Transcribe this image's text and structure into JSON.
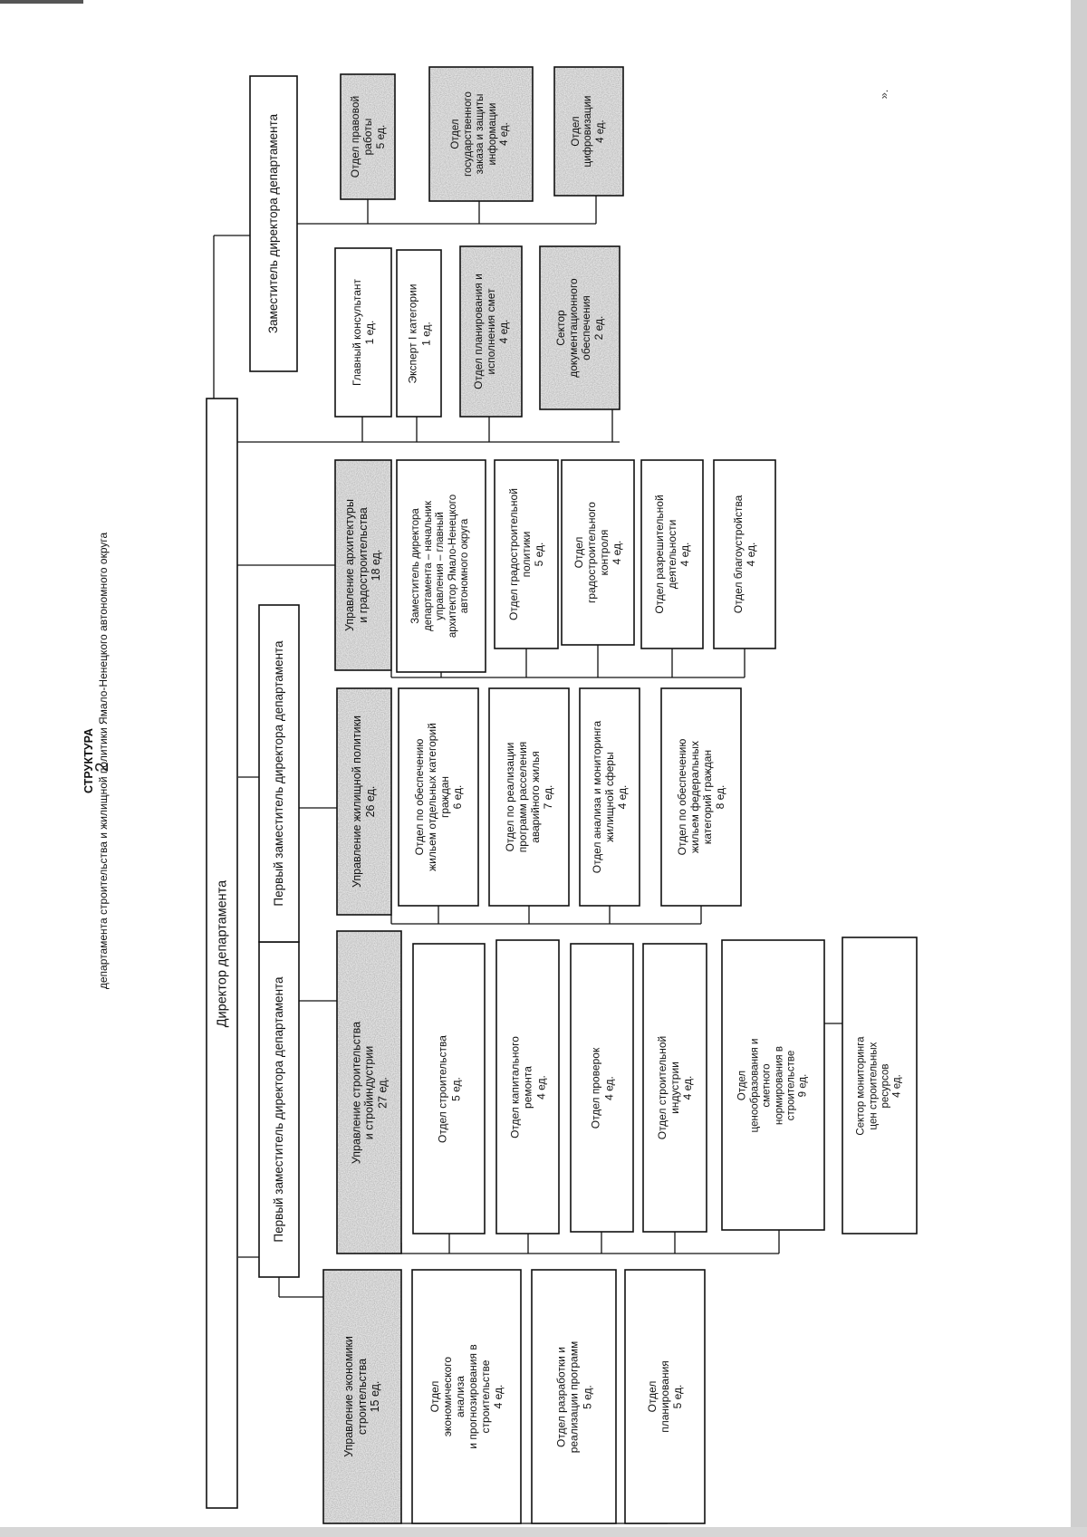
{
  "page_number": "2",
  "stray_mark": "».",
  "title": {
    "main": "СТРУКТУРА",
    "sub": "департамента строительства и жилищной политики Ямало-Ненецкого автономного округа"
  },
  "nodes": [
    {
      "id": "director",
      "text": "Директор департамента",
      "shaded": false
    },
    {
      "id": "first-deputy-1",
      "text": "Первый заместитель директора департамента",
      "shaded": false
    },
    {
      "id": "first-deputy-2",
      "text": "Первый заместитель директора департамента",
      "shaded": false
    },
    {
      "id": "deputy",
      "text": "Заместитель директора департамента",
      "shaded": false
    },
    {
      "id": "ue",
      "text": "Управление экономики\nстроительства\n15 ед.",
      "shaded": true
    },
    {
      "id": "ue-1",
      "text": "Отдел\nэкономического\nанализа\nи прогнозирования в\nстроительстве\n4 ед.",
      "shaded": false
    },
    {
      "id": "ue-2",
      "text": "Отдел разработки и\nреализации программ\n5 ед.",
      "shaded": false
    },
    {
      "id": "ue-3",
      "text": "Отдел\nпланирования\n5 ед.",
      "shaded": false
    },
    {
      "id": "us",
      "text": "Управление строительства\nи стройиндустрии\n27 ед.",
      "shaded": true
    },
    {
      "id": "us-1",
      "text": "Отдел строительства\n5 ед.",
      "shaded": false
    },
    {
      "id": "us-2",
      "text": "Отдел капитального\nремонта\n4 ед.",
      "shaded": false
    },
    {
      "id": "us-3",
      "text": "Отдел проверок\n4 ед.",
      "shaded": false
    },
    {
      "id": "us-4",
      "text": "Отдел строительной\nиндустрии\n4 ед.",
      "shaded": false
    },
    {
      "id": "us-5",
      "text": "Отдел\nценообразования и\nсметного\nнормирования в\nстроительстве\n9 ед.",
      "shaded": false
    },
    {
      "id": "us-5a",
      "text": "Сектор мониторинга\nцен строительных\nресурсов\n4 ед.",
      "shaded": false
    },
    {
      "id": "uz",
      "text": "Управление жилищной политики\n26 ед.",
      "shaded": true
    },
    {
      "id": "uz-1",
      "text": "Отдел по обеспечению\nжильем отдельных категорий\nграждан\n6 ед.",
      "shaded": false
    },
    {
      "id": "uz-2",
      "text": "Отдел по реализации\nпрограмм расселения\nаварийного жилья\n7 ед.",
      "shaded": false
    },
    {
      "id": "uz-3",
      "text": "Отдел анализа и мониторинга\nжилищной сферы\n4 ед.",
      "shaded": false
    },
    {
      "id": "uz-4",
      "text": "Отдел по обеспечению\nжильем федеральных\nкатегорий граждан\n8 ед.",
      "shaded": false
    },
    {
      "id": "ua",
      "text": "Управление архитектуры\nи градостроительства\n18 ед.",
      "shaded": true
    },
    {
      "id": "ua-1",
      "text": "Заместитель директора\nдепартамента – начальник\nуправления – главный\nархитектор Ямало-Ненецкого\nавтономного округа",
      "shaded": false
    },
    {
      "id": "ua-2",
      "text": "Отдел градостроительной\nполитики\n5 ед.",
      "shaded": false
    },
    {
      "id": "ua-3",
      "text": "Отдел\nградостроительного\nконтроля\n4 ед.",
      "shaded": false
    },
    {
      "id": "ua-4",
      "text": "Отдел разрешительной\nдеятельности\n4 ед.",
      "shaded": false
    },
    {
      "id": "ua-5",
      "text": "Отдел благоустройства\n4 ед.",
      "shaded": false
    },
    {
      "id": "d-1",
      "text": "Главный консультант\n1 ед.",
      "shaded": false
    },
    {
      "id": "d-2",
      "text": "Эксперт I категории\n1 ед.",
      "shaded": false
    },
    {
      "id": "d-3",
      "text": "Отдел планирования и\nисполнения смет\n4 ед.",
      "shaded": true
    },
    {
      "id": "d-4",
      "text": "Сектор\nдокументационного\nобеспечения\n2 ед.",
      "shaded": true
    },
    {
      "id": "dep-1",
      "text": "Отдел правовой\nработы\n5 ед.",
      "shaded": true
    },
    {
      "id": "dep-2",
      "text": "Отдел\nгосударственного\nзаказа и защиты\nинформации\n4 ед.",
      "shaded": true
    },
    {
      "id": "dep-3",
      "text": "Отдел\nцифровизации\n4 ед.",
      "shaded": true
    }
  ]
}
